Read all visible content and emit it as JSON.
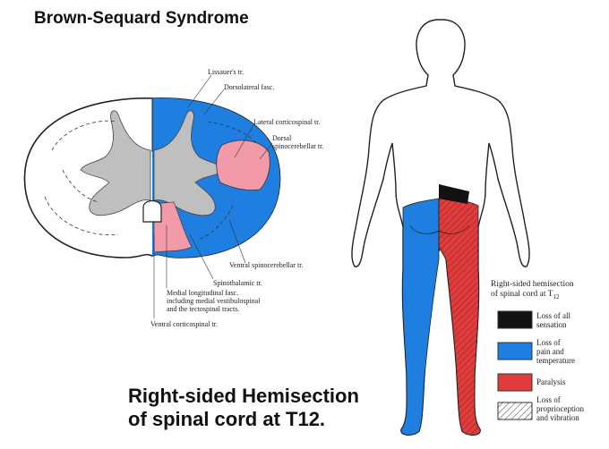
{
  "title": "Brown-Sequard Syndrome",
  "caption": {
    "line1": "Right-sided Hemisection",
    "line2": "of spinal cord at T12."
  },
  "cord_labels": {
    "lissauer": "Lissauer's tr.",
    "dorsolateral": "Dorsolateral fasc.",
    "lateral_corticospinal": "Lateral corticospinal tr.",
    "dorsal_spinocerebellar_1": "Dorsal",
    "dorsal_spinocerebellar_2": "spinocerebellar tr.",
    "ventral_spinocerebellar": "Ventral spinocerebellar tr.",
    "spinothalamic": "Spinothalamic tr.",
    "mlf_1": "Medial longitudinal fasc.",
    "mlf_2": "including medial vestibulospinal",
    "mlf_3": "and the tectospinal tracts.",
    "ventral_corticospinal": "Ventral corticospinal tr."
  },
  "legend": {
    "title_main": "Right-sided hemisection",
    "title_line2": "of spinal cord at T",
    "title_sub": "12",
    "items": [
      {
        "line1": "Loss of all",
        "line2": "sensation",
        "line3": ""
      },
      {
        "line1": "Loss of",
        "line2": "pain and",
        "line3": "temperature"
      },
      {
        "line1": "Paralysis",
        "line2": "",
        "line3": ""
      },
      {
        "line1": "Loss of",
        "line2": "proprioception",
        "line3": "and vibration"
      }
    ]
  },
  "colors": {
    "blue": "#1e7fe0",
    "red": "#e03c3c",
    "pink": "#f29aa8",
    "gray_matter": "#bfbfbf",
    "black": "#111111"
  }
}
